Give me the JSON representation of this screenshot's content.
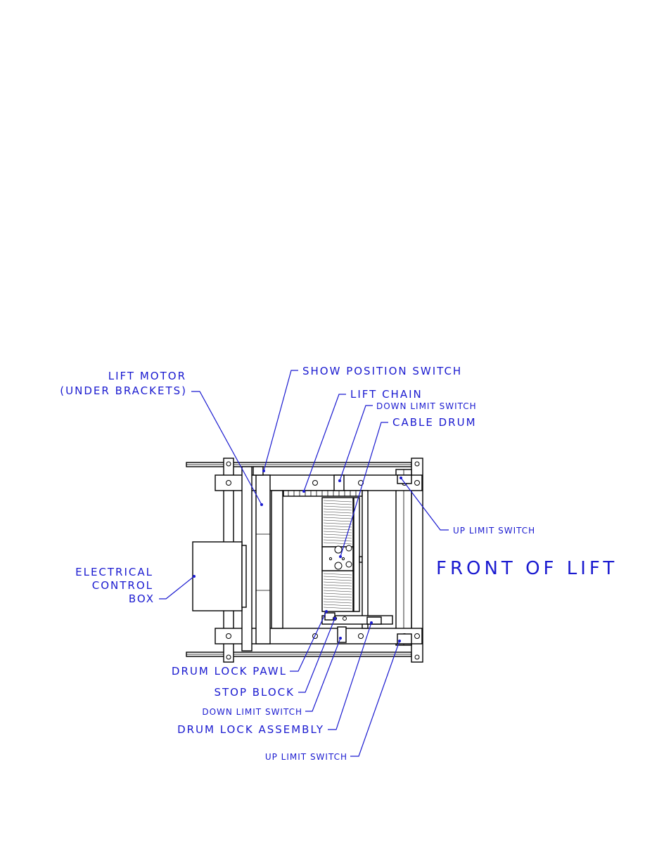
{
  "diagram": {
    "labels": {
      "lift_motor_1": "LIFT MOTOR",
      "lift_motor_2": "(UNDER BRACKETS)",
      "show_position_switch": "SHOW POSITION SWITCH",
      "lift_chain": "LIFT CHAIN",
      "down_limit_switch_top": "DOWN LIMIT SWITCH",
      "cable_drum": "CABLE DRUM",
      "up_limit_switch_right": "UP LIMIT SWITCH",
      "front_of_lift": "FRONT OF LIFT",
      "electrical_1": "ELECTRICAL",
      "electrical_2": "CONTROL",
      "electrical_3": "BOX",
      "drum_lock_pawl": "DRUM LOCK PAWL",
      "stop_block": "STOP BLOCK",
      "down_limit_switch_bottom": "DOWN LIMIT SWITCH",
      "drum_lock_assembly": "DRUM LOCK ASSEMBLY",
      "up_limit_switch_bottom": "UP LIMIT SWITCH"
    },
    "colors": {
      "label": "#1a1ad0",
      "line": "#000000",
      "background": "#ffffff"
    }
  }
}
